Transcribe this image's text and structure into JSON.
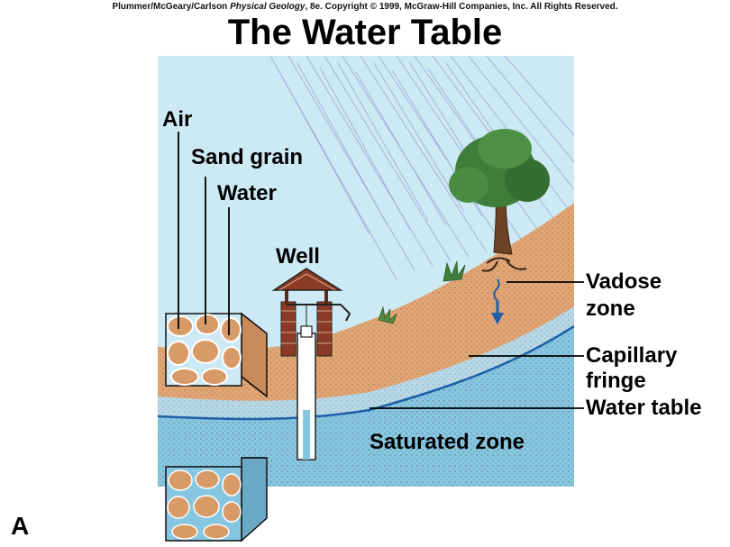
{
  "header": {
    "authors": "Plummer/McGeary/Carlson",
    "book": "Physical Geology",
    "copyright": ", 8e.  Copyright © 1999, McGraw-Hill Companies, Inc. All Rights Reserved."
  },
  "title": "The Water Table",
  "labels": {
    "air": "Air",
    "sand_grain": "Sand grain",
    "water": "Water",
    "well": "Well",
    "vadose_line1": "Vadose",
    "vadose_line2": "zone",
    "capillary_line1": "Capillary",
    "capillary_line2": "fringe",
    "water_table": "Water table",
    "saturated_zone": "Saturated zone"
  },
  "panel_letter": "A",
  "colors": {
    "sky": "#cde9f3",
    "soil": "#e2a574",
    "saturated": "#86c6e0",
    "capillary": "#b7d9e7",
    "water_table_line": "#1f5fa8",
    "brick": "#8b3a26",
    "tree_green": "#3f7d3a",
    "rain": "#9aa6d8"
  }
}
